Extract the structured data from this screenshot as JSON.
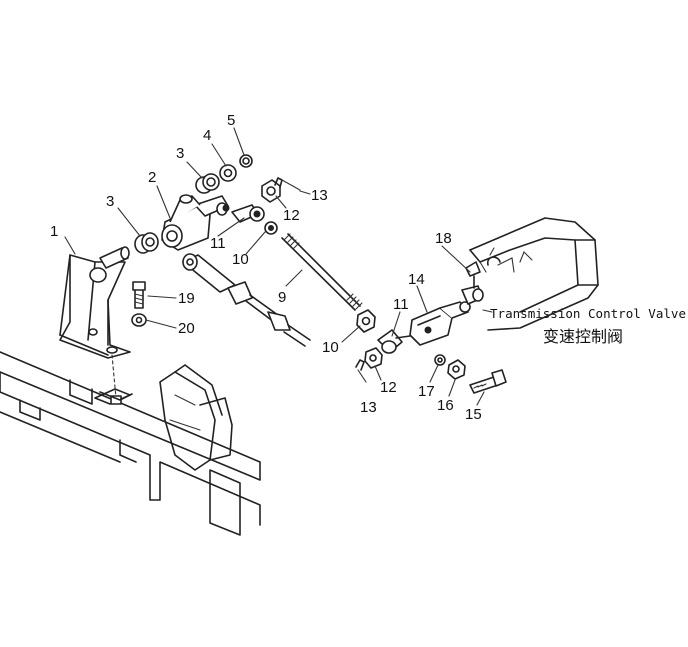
{
  "callouts": {
    "c1": "1",
    "c2": "2",
    "c3a": "3",
    "c3b": "3",
    "c4": "4",
    "c5": "5",
    "c9": "9",
    "c10a": "10",
    "c10b": "10",
    "c11a": "11",
    "c11b": "11",
    "c12a": "12",
    "c12b": "12",
    "c13a": "13",
    "c13b": "13",
    "c14": "14",
    "c15": "15",
    "c16": "16",
    "c17": "17",
    "c18": "18",
    "c19": "19",
    "c20": "20"
  },
  "labels": {
    "valve_en": "Transmission Control Valve",
    "valve_cn": "变速控制阀"
  }
}
